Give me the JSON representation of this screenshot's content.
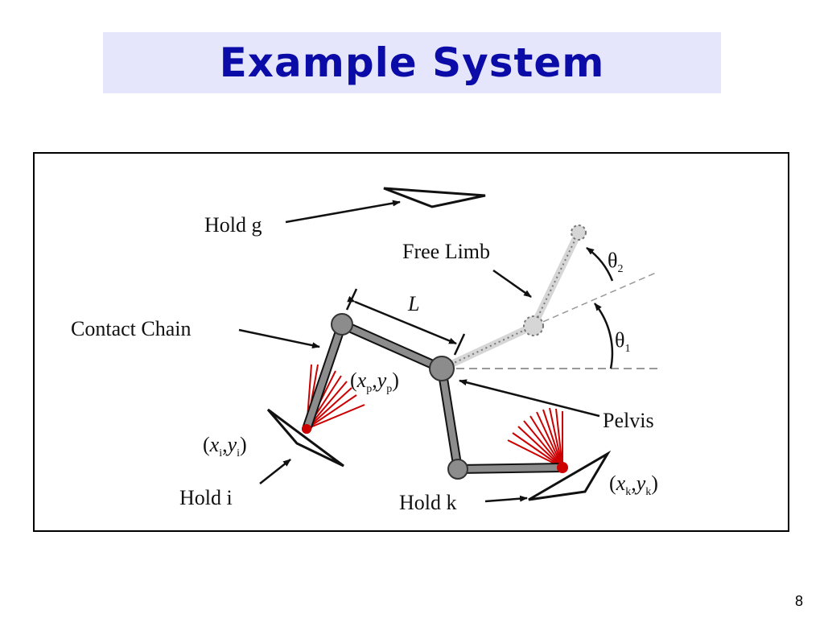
{
  "slide": {
    "title": "Example System",
    "page_number": "8"
  },
  "diagram": {
    "labels": {
      "hold_g": "Hold g",
      "free_limb": "Free Limb",
      "theta2": "θ",
      "theta2_sub": "2",
      "theta1": "θ",
      "theta1_sub": "1",
      "length": "L",
      "contact_chain": "Contact Chain",
      "pelvis": "Pelvis",
      "hold_i": "Hold i",
      "hold_k": "Hold k",
      "xp": "x",
      "xp_sub": "p",
      "yp": "y",
      "yp_sub": "p",
      "xi": "x",
      "xi_sub": "i",
      "yi": "y",
      "yi_sub": "i",
      "xk": "x",
      "xk_sub": "k",
      "yk": "y",
      "yk_sub": "k"
    },
    "colors": {
      "limb": "#8c8c8c",
      "joint": "#8c8c8c",
      "free_limb": "#d6d6d6",
      "force_lines": "#cc0000",
      "dashed": "#999999"
    }
  }
}
